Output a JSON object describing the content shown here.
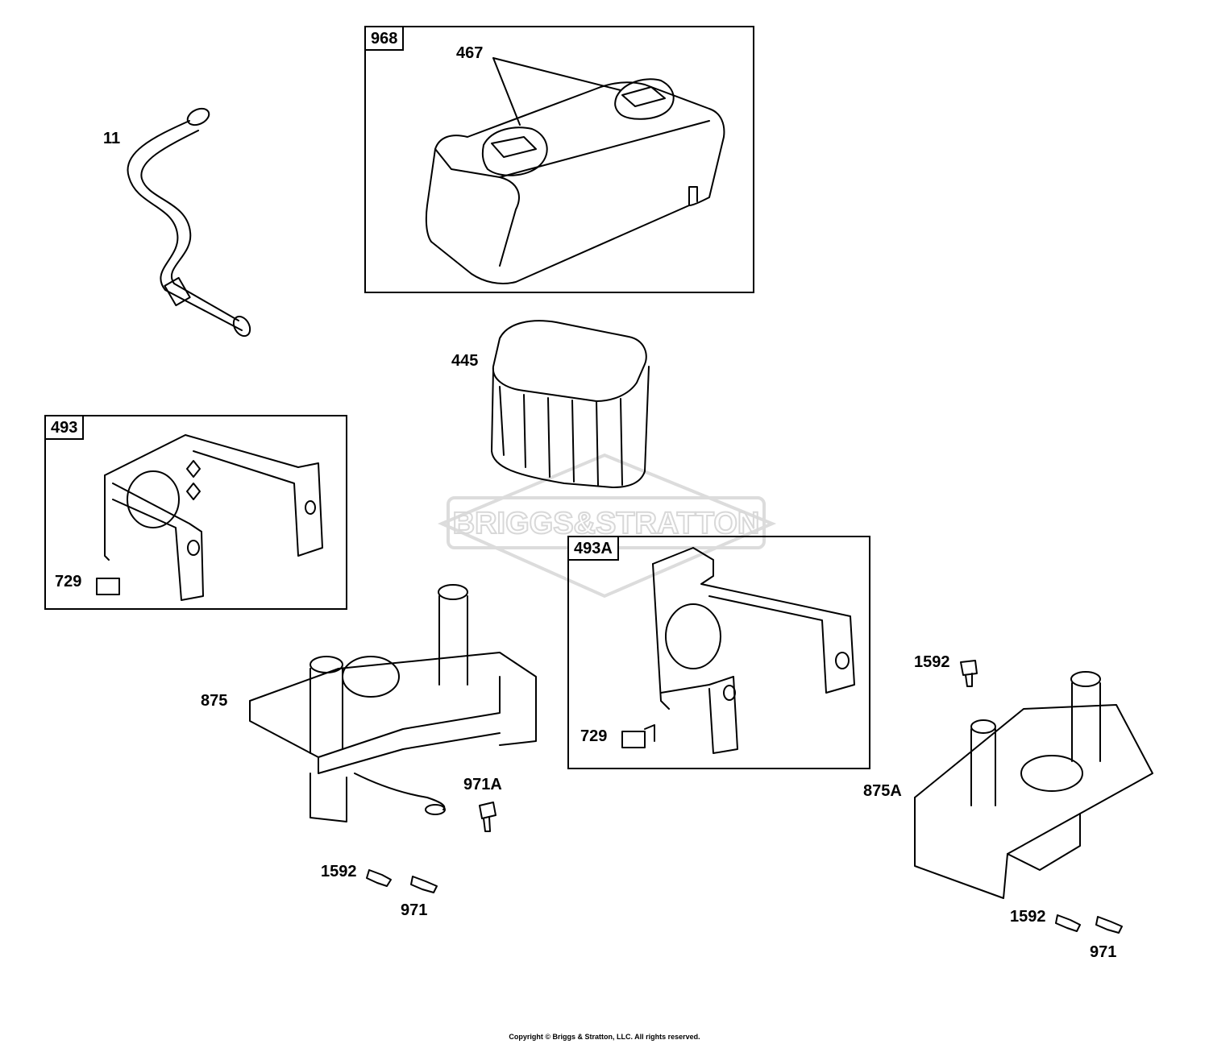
{
  "watermark": "BRIGGS&STRATTON",
  "copyright": "Copyright © Briggs & Stratton, LLC. All rights reserved.",
  "groups": {
    "g968": "968",
    "g493": "493",
    "g493a": "493A"
  },
  "callouts": {
    "c11": "11",
    "c467": "467",
    "c445": "445",
    "c729a": "729",
    "c875": "875",
    "c729b": "729",
    "c1592a": "1592",
    "c971a": "971A",
    "c1592b": "1592",
    "c971b": "971",
    "c875a": "875A",
    "c1592c": "1592",
    "c971c": "971"
  },
  "colors": {
    "line": "#000000",
    "watermark": "#e2e2e2"
  }
}
